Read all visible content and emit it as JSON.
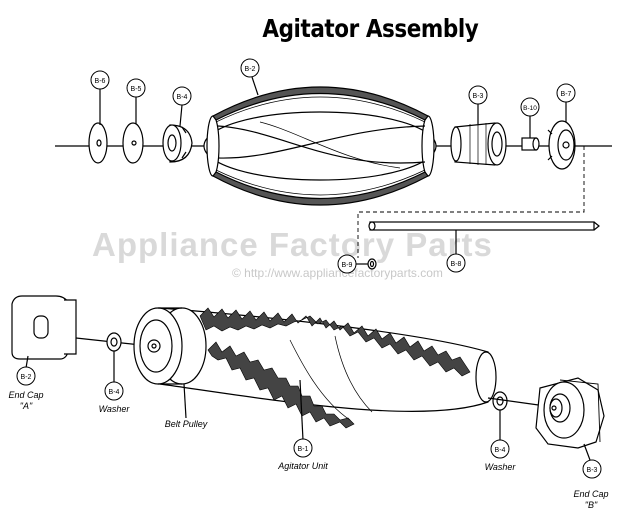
{
  "title": "Agitator Assembly",
  "watermark": {
    "brand": "Appliance Factory Parts",
    "url": "© http://www.appliancefactoryparts.com"
  },
  "callouts": {
    "b6": "B-6",
    "b5": "B-5",
    "b4_top": "B-4",
    "b2_top": "B-2",
    "b3_top": "B-3",
    "b10": "B-10",
    "b7": "B-7",
    "b9": "B-9",
    "b8": "B-8",
    "b2_bottom": "B-2",
    "b4_left": "B-4",
    "b1": "B-1",
    "b4_right": "B-4",
    "b3_bottom": "B-3"
  },
  "labels": {
    "end_cap_a_line1": "End Cap",
    "end_cap_a_line2": "\"A\"",
    "washer_left": "Washer",
    "belt_pulley": "Belt Pulley",
    "agitator_unit": "Agitator Unit",
    "washer_right": "Washer",
    "end_cap_b_line1": "End Cap",
    "end_cap_b_line2": "\"B\""
  }
}
